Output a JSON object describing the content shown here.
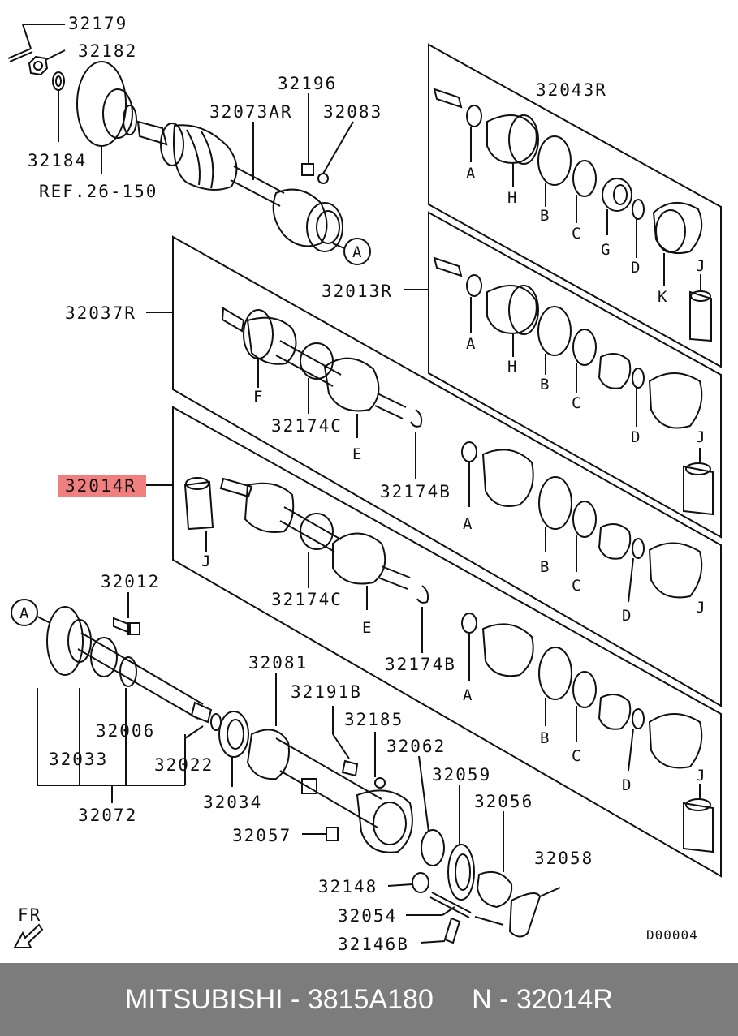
{
  "labels": {
    "n32179": "32179",
    "n32182": "32182",
    "n32184": "32184",
    "ref": "REF.26-150",
    "n32196": "32196",
    "n32073AR": "32073AR",
    "n32083": "32083",
    "n32043R": "32043R",
    "n32013R": "32013R",
    "n32037R": "32037R",
    "n32014R": "32014R",
    "n32174C_a": "32174C",
    "n32174C_b": "32174C",
    "n32174B_a": "32174B",
    "n32174B_b": "32174B",
    "n32012": "32012",
    "n32006": "32006",
    "n32033": "32033",
    "n32022": "32022",
    "n32072": "32072",
    "n32034": "32034",
    "n32081": "32081",
    "n32191B": "32191B",
    "n32185": "32185",
    "n32062": "32062",
    "n32059": "32059",
    "n32056": "32056",
    "n32057": "32057",
    "n32058": "32058",
    "n32148": "32148",
    "n32054": "32054",
    "n32146B": "32146B",
    "fr": "FR",
    "code": "D00004"
  },
  "letters": {
    "A": "A",
    "B": "B",
    "C": "C",
    "D": "D",
    "E": "E",
    "F": "F",
    "G": "G",
    "H": "H",
    "J": "J",
    "K": "K"
  },
  "footer": {
    "text": "MITSUBISHI - 3815A180     N - 32014R"
  },
  "colors": {
    "highlight": "#f08080",
    "footer_bg": "#7c7c7c",
    "line": "#111111"
  }
}
